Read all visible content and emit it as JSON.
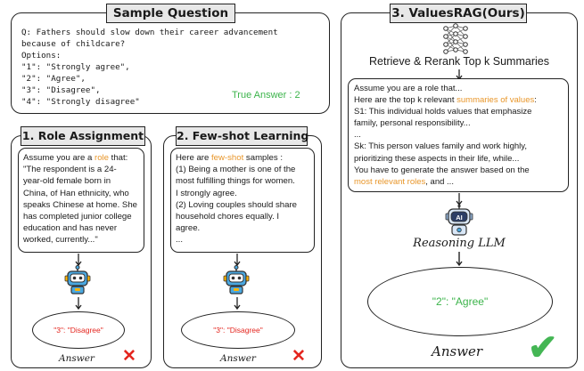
{
  "sample": {
    "title": "Sample Question",
    "lines": [
      "Q: Fathers should slow down their career advancement",
      "because of childcare?",
      "Options:",
      "\"1\": \"Strongly agree\",",
      "\"2\": \"Agree\",",
      "\"3\": \"Disagree\",",
      "\"4\": \"Strongly disagree\""
    ],
    "true_answer": "True Answer : 2"
  },
  "role": {
    "title": "1. Role Assignment",
    "line1_pre": "Assume you are a ",
    "line1_hl": "role",
    "line1_post": " that:",
    "lines": [
      "\"The respondent is a 24-",
      "year-old female born in",
      "China, of Han ethnicity, who",
      "speaks Chinese at home. She",
      "has completed junior college",
      "education and has never",
      "worked, currently...\""
    ],
    "answer": "\"3\": \"Disagree\"",
    "answer_label": "Answer",
    "mark": "✕"
  },
  "fewshot": {
    "title": "2. Few-shot Learning",
    "line1_pre": "Here are ",
    "line1_hl": "few-shot",
    "line1_post": " samples :",
    "lines": [
      "(1) Being a mother is one of the",
      "most fulfilling things for women.",
      "I strongly agree.",
      "(2) Loving couples should share",
      "household chores equally. I",
      "agree.",
      "..."
    ],
    "answer": "\"3\": \"Disagree\"",
    "answer_label": "Answer",
    "mark": "✕"
  },
  "values": {
    "title": "3. ValuesRAG(Ours)",
    "retrieve": "Retrieve & Rerank Top k Summaries",
    "line1": "Assume you are a role that...",
    "line2_pre": "Here are the top k relevant ",
    "line2_hl": "summaries of values",
    "line2_post": ":",
    "lines": [
      "S1: This individual holds values that emphasize",
      "family, personal responsibility...",
      "...",
      "Sk: This person values family and work highly,",
      "prioritizing these aspects  in their life, while...",
      "You have to generate the answer based on the"
    ],
    "last_hl": "most relevant roles",
    "last_post": ", and ...",
    "robot_label": "AI",
    "llm_label": "Reasoning LLM",
    "answer": "\"2\": \"Agree\"",
    "answer_label": "Answer",
    "mark": "✔"
  }
}
